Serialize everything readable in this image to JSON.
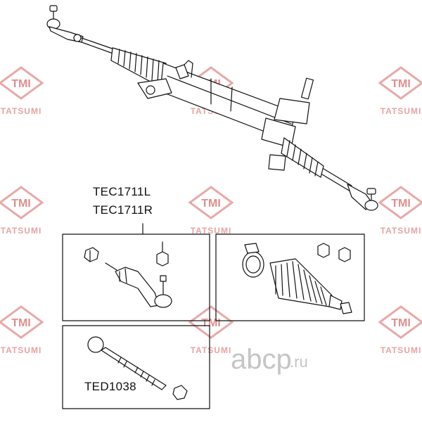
{
  "watermark": {
    "logo": "TMI",
    "brand": "TATSUMI"
  },
  "parts": {
    "tie_rod_end_left": "TEC1711L",
    "tie_rod_end_right": "TEC1711R",
    "tie_rod": "TED1038"
  },
  "site_watermark": "abcp",
  "site_domain": ".ru"
}
